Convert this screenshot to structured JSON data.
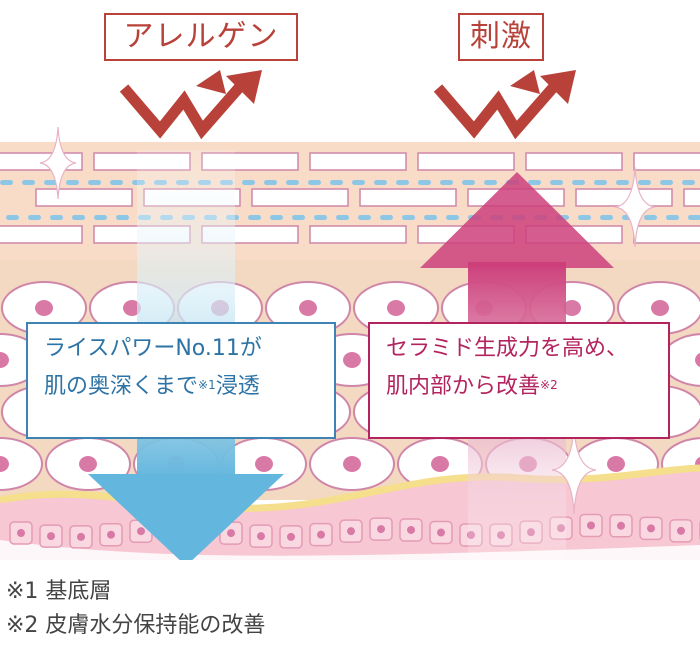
{
  "threats": {
    "allergen": "アレルゲン",
    "irritation": "刺激"
  },
  "callouts": {
    "left": {
      "line1": "ライスパワーNo.11が",
      "line2_main": "肌の奥深くまで",
      "line2_mark": "※1",
      "line2_tail": "浸透"
    },
    "right": {
      "line1": "セラミド生成力を高め、",
      "line2_main": "肌内部から改善",
      "line2_mark": "※2"
    }
  },
  "footnotes": {
    "note1": "※1 基底層",
    "note2": "※2 皮膚水分保持能の改善"
  },
  "colors": {
    "threat": "#b8423a",
    "penetration_arrow": "#74c0e0",
    "ceramide_arrow": "#d0457f",
    "cell_outline": "#cf86a8",
    "cell_nucleus": "#d97aa6",
    "stratum_corneum": "#f8dcc8",
    "basal_layer": "#f5bdcc"
  },
  "icons": [
    "bounce-arrow-icon",
    "sparkle-icon"
  ]
}
